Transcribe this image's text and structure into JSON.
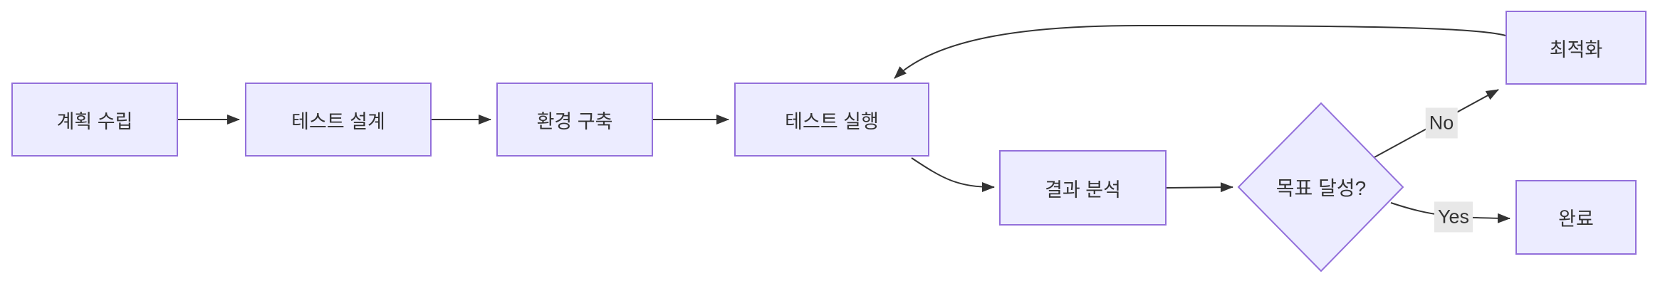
{
  "diagram": {
    "type": "flowchart",
    "direction": "left-to-right",
    "nodes": [
      {
        "id": "A",
        "label": "계획 수립",
        "shape": "rect"
      },
      {
        "id": "B",
        "label": "테스트 설계",
        "shape": "rect"
      },
      {
        "id": "C",
        "label": "환경 구축",
        "shape": "rect"
      },
      {
        "id": "D",
        "label": "테스트 실행",
        "shape": "rect"
      },
      {
        "id": "E",
        "label": "결과 분석",
        "shape": "rect"
      },
      {
        "id": "F",
        "label": "목표 달성?",
        "shape": "diamond"
      },
      {
        "id": "G",
        "label": "최적화",
        "shape": "rect"
      },
      {
        "id": "H",
        "label": "완료",
        "shape": "rect"
      }
    ],
    "edges": [
      {
        "from": "계획 수립",
        "to": "테스트 설계",
        "label": ""
      },
      {
        "from": "테스트 설계",
        "to": "환경 구축",
        "label": ""
      },
      {
        "from": "환경 구축",
        "to": "테스트 실행",
        "label": ""
      },
      {
        "from": "테스트 실행",
        "to": "결과 분석",
        "label": ""
      },
      {
        "from": "결과 분석",
        "to": "목표 달성?",
        "label": ""
      },
      {
        "from": "목표 달성?",
        "to": "최적화",
        "label": "No"
      },
      {
        "from": "목표 달성?",
        "to": "완료",
        "label": "Yes"
      },
      {
        "from": "최적화",
        "to": "테스트 실행",
        "label": ""
      }
    ],
    "colors": {
      "node_fill": "#ECECFF",
      "node_border": "#9370DB",
      "edge_stroke": "#333333",
      "edge_label_bg": "#e8e8e8",
      "text": "#333333",
      "background": "#ffffff"
    }
  }
}
